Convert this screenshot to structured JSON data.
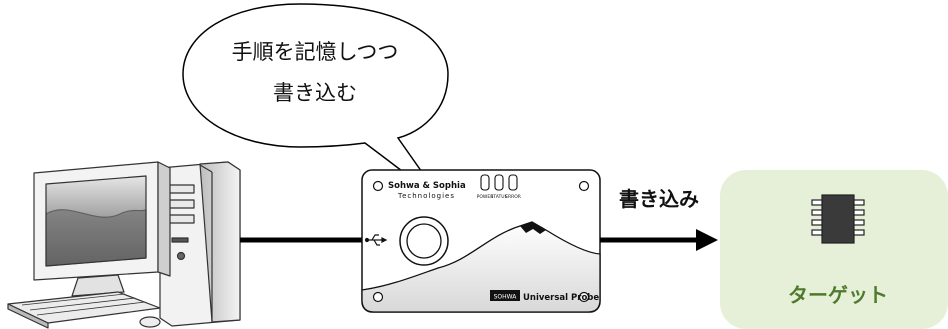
{
  "bubble": {
    "line1": "手順を記憶しつつ",
    "line2": "書き込む"
  },
  "device": {
    "brand_line1": "Sohwa & Sophia",
    "brand_line2": "Technologies",
    "leds": [
      "POWER",
      "STATUS",
      "ERROR"
    ],
    "product": "Universal Probe",
    "badge": "SOHWA"
  },
  "write_label": "書き込み",
  "target": {
    "label": "ターゲット"
  },
  "colors": {
    "target_bg": "#e6f0d8",
    "target_text": "#4f7a2c",
    "arrow": "#000000"
  }
}
